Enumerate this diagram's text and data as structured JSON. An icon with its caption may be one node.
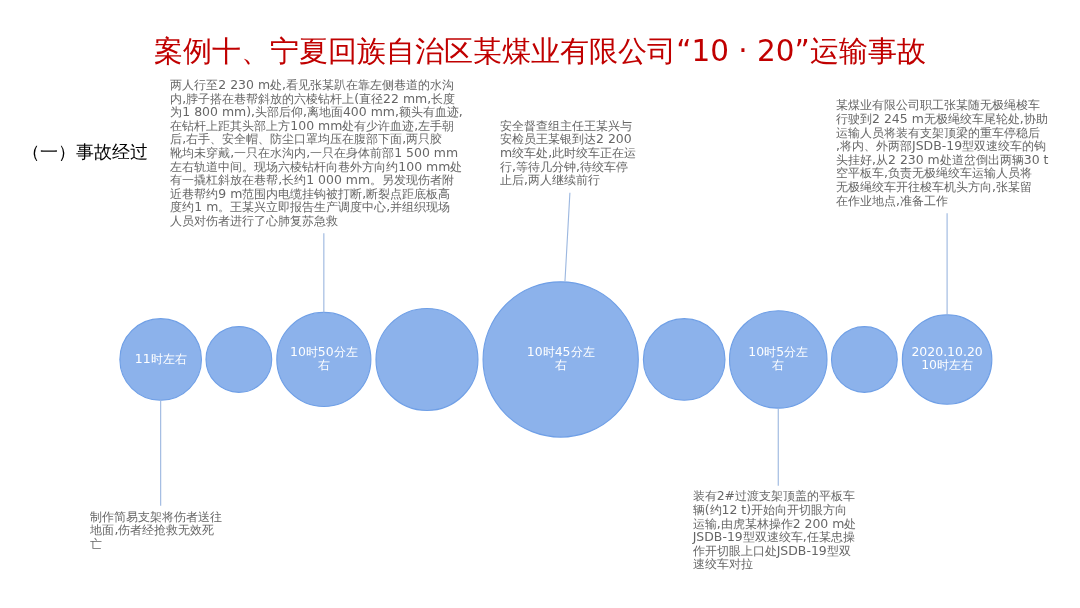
{
  "diagram": {
    "title": "案例十、宁夏回族自治区某煤业有限公司“10 · 20”运输事故",
    "nodes": [
      {
        "text": [
          "11时左右"
        ]
      },
      {
        "text": [],
        "shape": "circle"
      },
      {
        "text": [
          "10时50分左右"
        ]
      },
      {
        "text": [],
        "shape": "circle"
      },
      {
        "text": [
          "10时45分左右"
        ]
      },
      {
        "text": [],
        "shape": "circle"
      },
      {
        "text": [
          "10时5分左右"
        ]
      },
      {
        "text": [],
        "shape": "circle"
      },
      {
        "text": [
          "2020.10.20 10时左右"
        ]
      },
      {
        "text": [
          "两人行至2 230 m处,看见张某趴在靠左侧巷道的水沟内,脖子搭在巷帮斜放的六棱钻杆上(直径22 mm,长度为1 800 mm),头部后仰,离地面400 mm,额头有血迹,在钻杆上距其头部上方100 mm处有少许血迹,左手朝后,右手、安全帽、防尘口罩均压在腹部下面,两只胶靴均未穿戴,一只在水沟内,一只在身体前部1 500 mm左右轨道中间。现场六棱钻杆向巷外方向约100 mm处有一撬杠斜放在巷帮,长约1 000 mm。另发现伤者附近巷帮约9 m范围内电缆挂钩被打断,断裂点距底板高度约1 m。王某兴立即报告生产调度中心,并组织现场人员对伤者进行了心肺复苏急救"
        ]
      },
      {
        "text": [
          "安全督查组主任王某兴与安检员王某银到达2 200 m绞车处,此时绞车正在运行,等待几分钟,待绞车停止后,两人继续前行"
        ]
      },
      {
        "text": [
          "某煤业有限公司职工张某随无极绳梭车行驶到2 245 m无极绳绞车尾轮处,协助运输人员将装有支架顶梁的重车停稳后,将内、外两部JSDB-19型双速绞车的钩头挂好,从2 230 m处道岔倒出两辆30 t空平板车,负责无极绳绞车运输人员将无极绳绞车开往梭车机头方向,张某留在作业地点,准备工作"
        ]
      },
      {
        "text": [
          "制作简易支架将伤者送往地面,伤者经抢救无效死亡"
        ]
      },
      {
        "text": [
          "装有2#过渡支架顶盖的平板车辆(约12 t)开始向开切眼方向运输,由虎某林操作2 200 m处JSDB-19型双速绞车,任某忠操作开切眼上口处JSDB-19型双速绞车对拉"
        ]
      }
    ],
    "edges": [
      {
        "from": 9,
        "to": 2,
        "arrow": "none"
      },
      {
        "from": 10,
        "to": 4,
        "arrow": "none"
      },
      {
        "from": 11,
        "to": 8,
        "arrow": "none"
      },
      {
        "from": 0,
        "to": 12,
        "arrow": "none"
      },
      {
        "from": 6,
        "to": 13,
        "arrow": "none"
      }
    ],
    "labels": [
      "（一）事故经过"
    ]
  }
}
